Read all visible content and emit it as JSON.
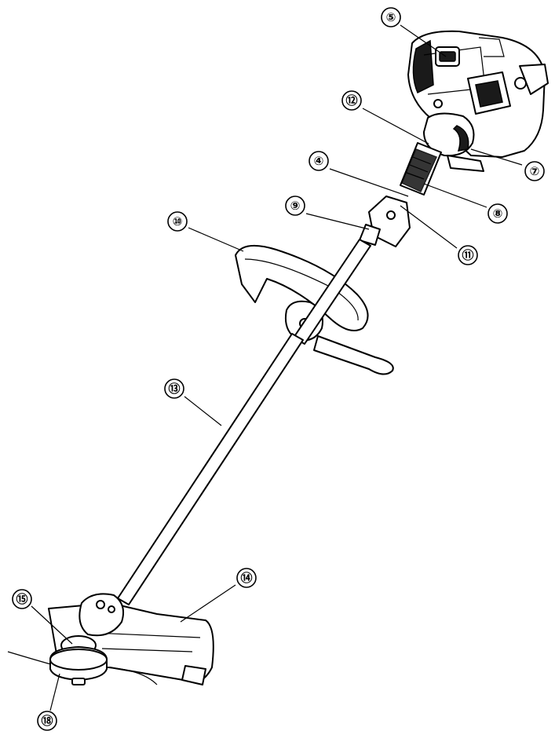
{
  "callouts": [
    {
      "id": "c5",
      "label": "⑤"
    },
    {
      "id": "c12",
      "label": "⑫"
    },
    {
      "id": "c4",
      "label": "④"
    },
    {
      "id": "c7",
      "label": "⑦"
    },
    {
      "id": "c9",
      "label": "⑨"
    },
    {
      "id": "c8",
      "label": "⑧"
    },
    {
      "id": "c10",
      "label": "⑩"
    },
    {
      "id": "c11",
      "label": "⑪"
    },
    {
      "id": "c13",
      "label": "⑬"
    },
    {
      "id": "c14",
      "label": "⑭"
    },
    {
      "id": "c15",
      "label": "⑮"
    },
    {
      "id": "c18",
      "label": "⑱"
    }
  ]
}
